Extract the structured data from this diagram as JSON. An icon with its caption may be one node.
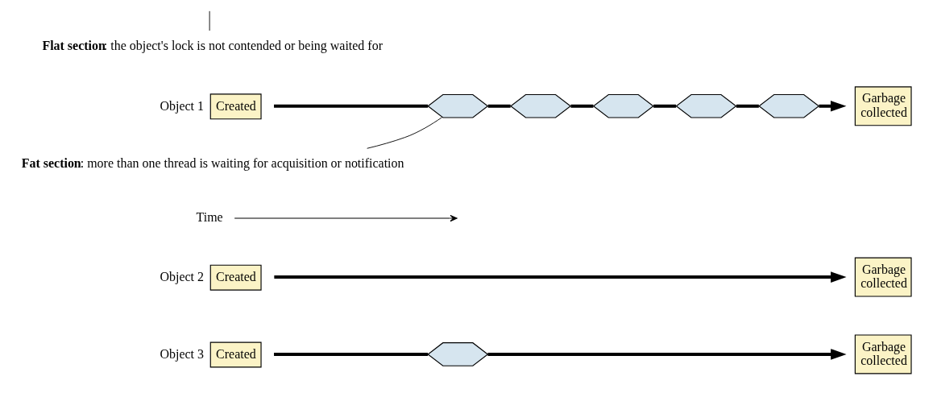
{
  "diagram": {
    "nodes": [
      {
        "text": [
          "**Flat section**: the object's lock is not contended or being waited for"
        ]
      },
      {
        "text": [
          "**Fat section**: more than one thread is waiting for acquisition or notification"
        ]
      },
      {
        "text": [
          "Created"
        ],
        "beside": [
          "Object 1"
        ]
      },
      {
        "text": [],
        "shape": "hexagon"
      },
      {
        "text": [],
        "shape": "hexagon"
      },
      {
        "text": [],
        "shape": "hexagon"
      },
      {
        "text": [],
        "shape": "hexagon"
      },
      {
        "text": [],
        "shape": "hexagon"
      },
      {
        "text": [
          "Garbage collected"
        ]
      },
      {
        "text": [
          "Created"
        ],
        "beside": [
          "Object 2"
        ]
      },
      {
        "text": [
          "Garbage collected"
        ]
      },
      {
        "text": [
          "Created"
        ],
        "beside": [
          "Object 3"
        ]
      },
      {
        "text": [],
        "shape": "hexagon"
      },
      {
        "text": [
          "Garbage collected"
        ]
      }
    ],
    "edges": [
      {
        "from": 2,
        "to": 3,
        "arrow": "none"
      },
      {
        "from": 3,
        "to": 4,
        "arrow": "none"
      },
      {
        "from": 4,
        "to": 5,
        "arrow": "none"
      },
      {
        "from": 5,
        "to": 6,
        "arrow": "none"
      },
      {
        "from": 6,
        "to": 7,
        "arrow": "none"
      },
      {
        "from": 7,
        "to": 8,
        "arrow": "to"
      },
      {
        "from": 9,
        "to": 10,
        "arrow": "to"
      },
      {
        "from": 11,
        "to": 12,
        "arrow": "none"
      },
      {
        "from": 12,
        "to": 13,
        "arrow": "to"
      },
      {
        "from": 0,
        "to": null,
        "arrow": "none"
      },
      {
        "from": 1,
        "to": 3,
        "arrow": "none"
      }
    ],
    "labels": [
      "Time"
    ]
  }
}
